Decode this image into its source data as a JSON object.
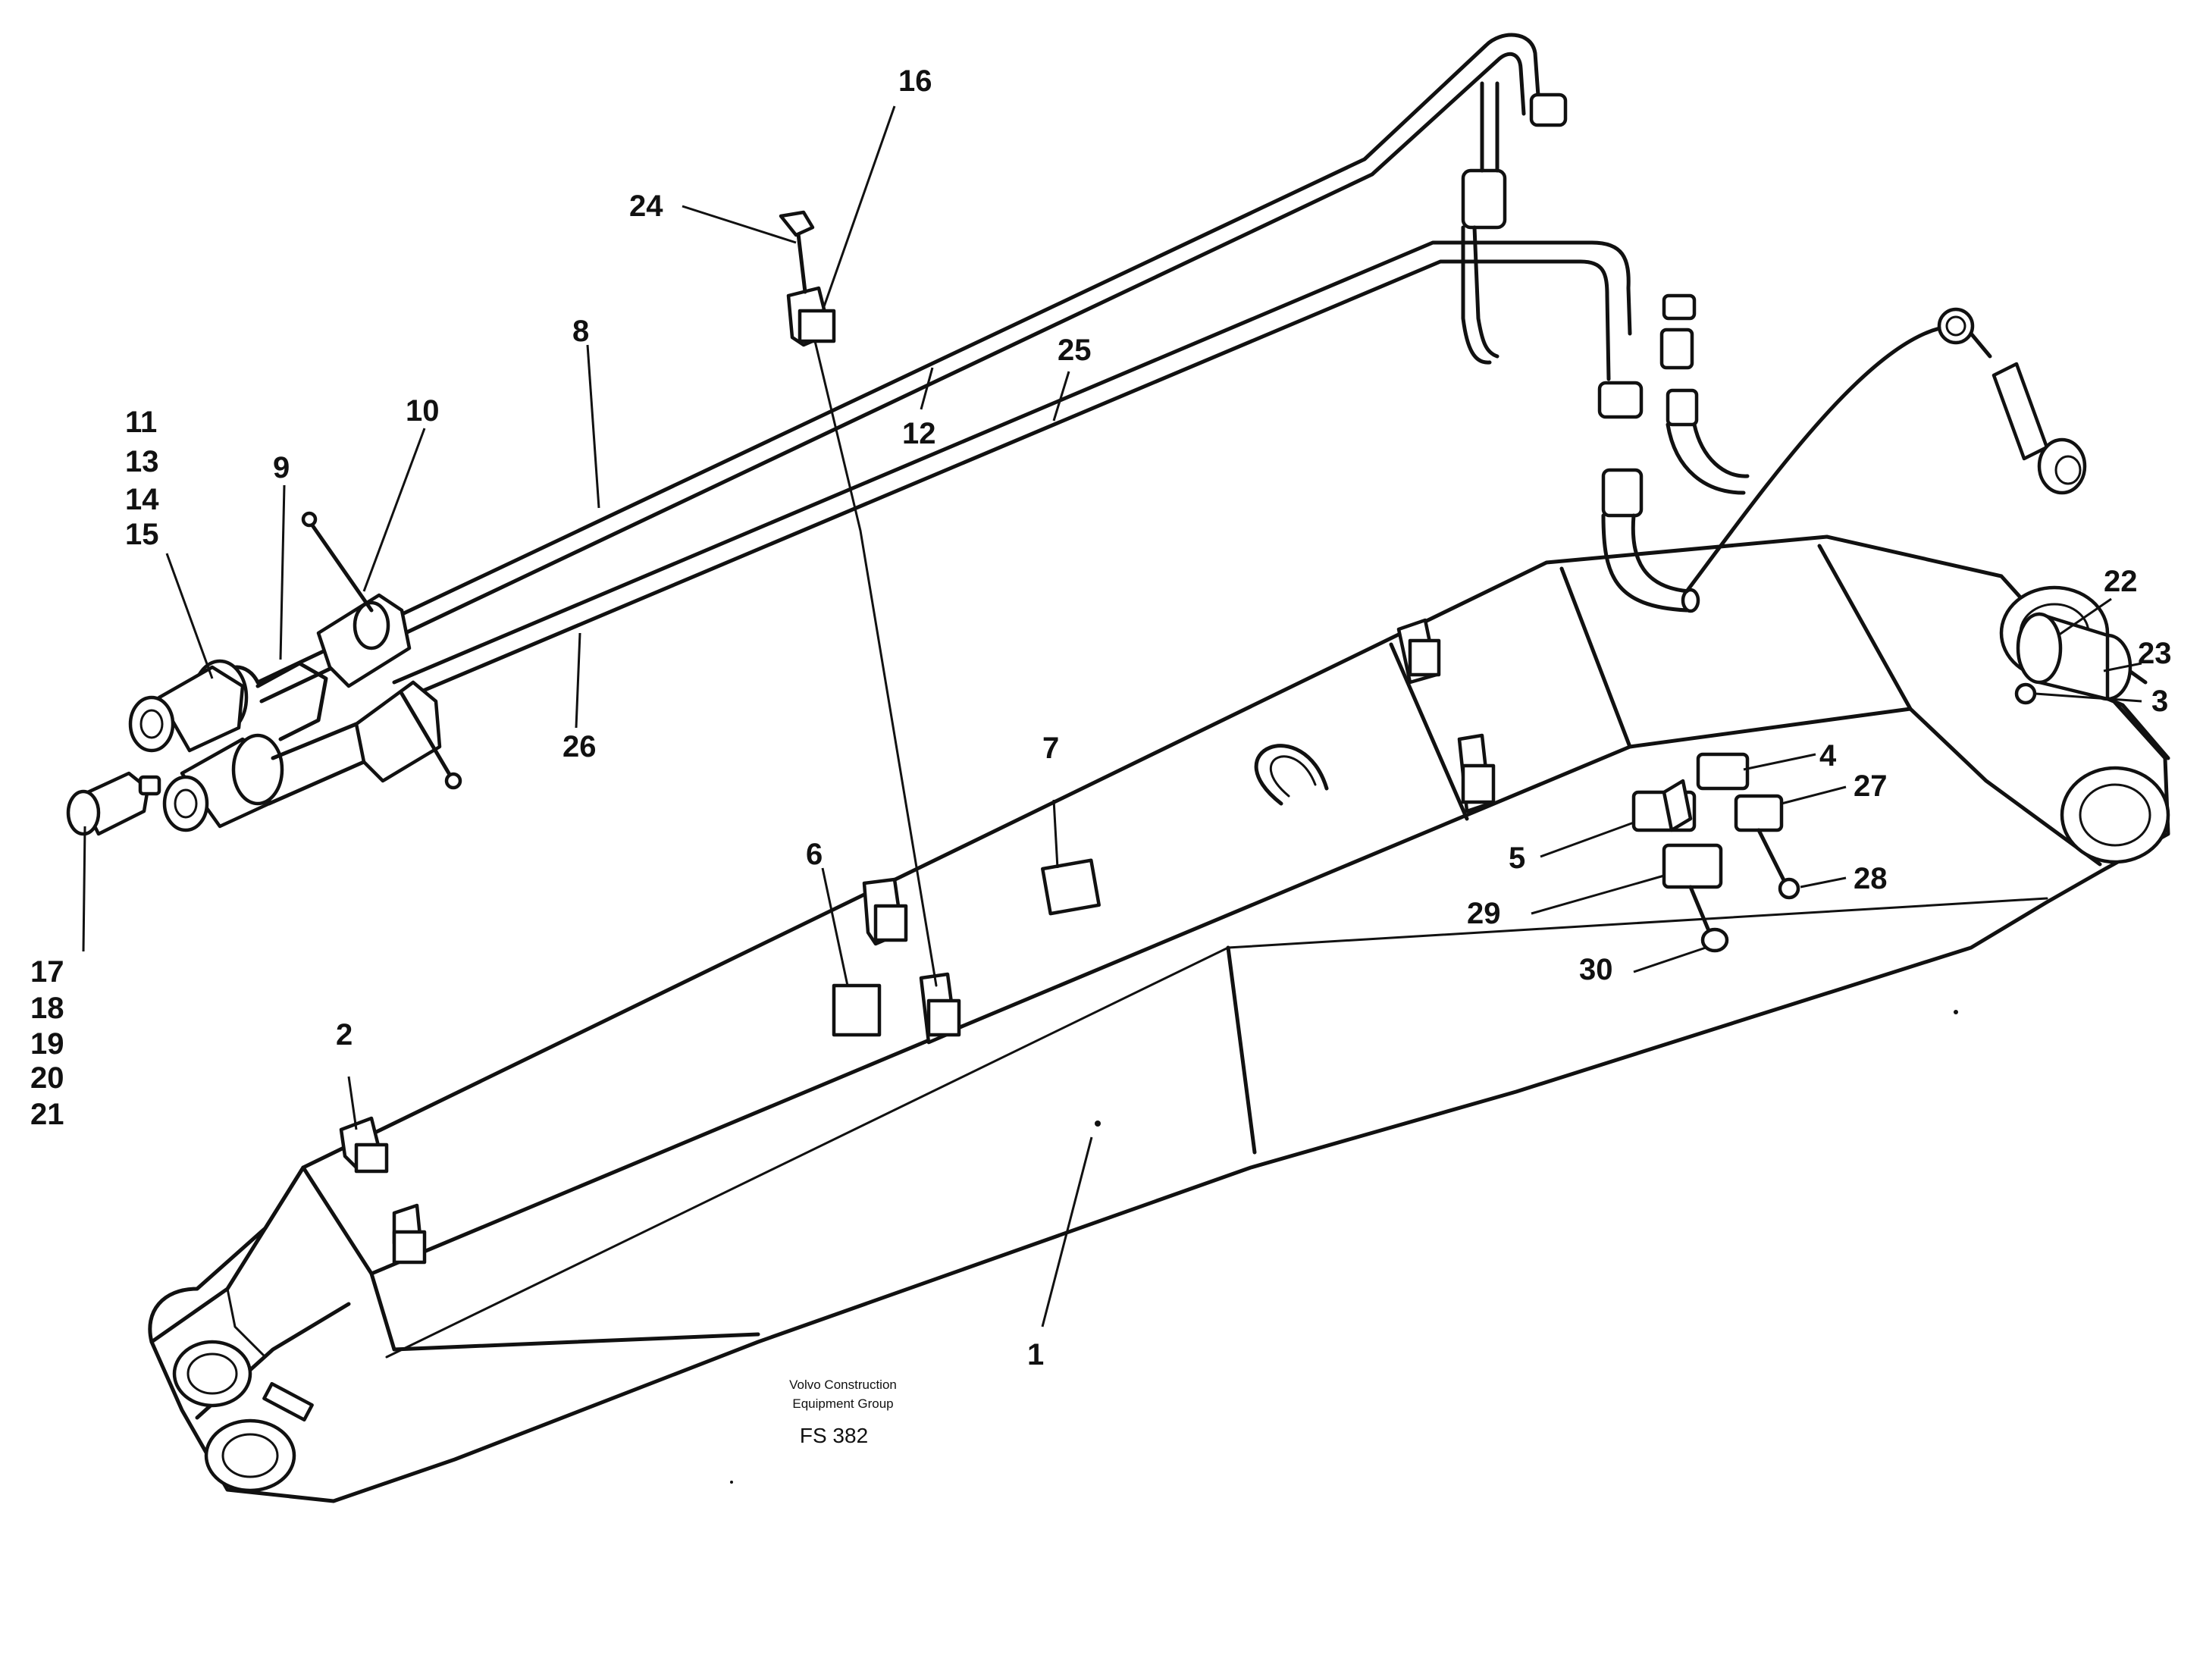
{
  "diagram": {
    "callouts": {
      "c1": "1",
      "c2": "2",
      "c3": "3",
      "c4": "4",
      "c5": "5",
      "c6": "6",
      "c7": "7",
      "c8": "8",
      "c9": "9",
      "c10": "10",
      "c11": "11",
      "c12": "12",
      "c13": "13",
      "c14": "14",
      "c15": "15",
      "c16": "16",
      "c17": "17",
      "c18": "18",
      "c19": "19",
      "c20": "20",
      "c21": "21",
      "c22": "22",
      "c23": "23",
      "c24": "24",
      "c25": "25",
      "c26": "26",
      "c27": "27",
      "c28": "28",
      "c29": "29",
      "c30": "30"
    },
    "caption": {
      "line1": "Volvo Construction",
      "line2": "Equipment Group",
      "code": "FS 382"
    }
  }
}
